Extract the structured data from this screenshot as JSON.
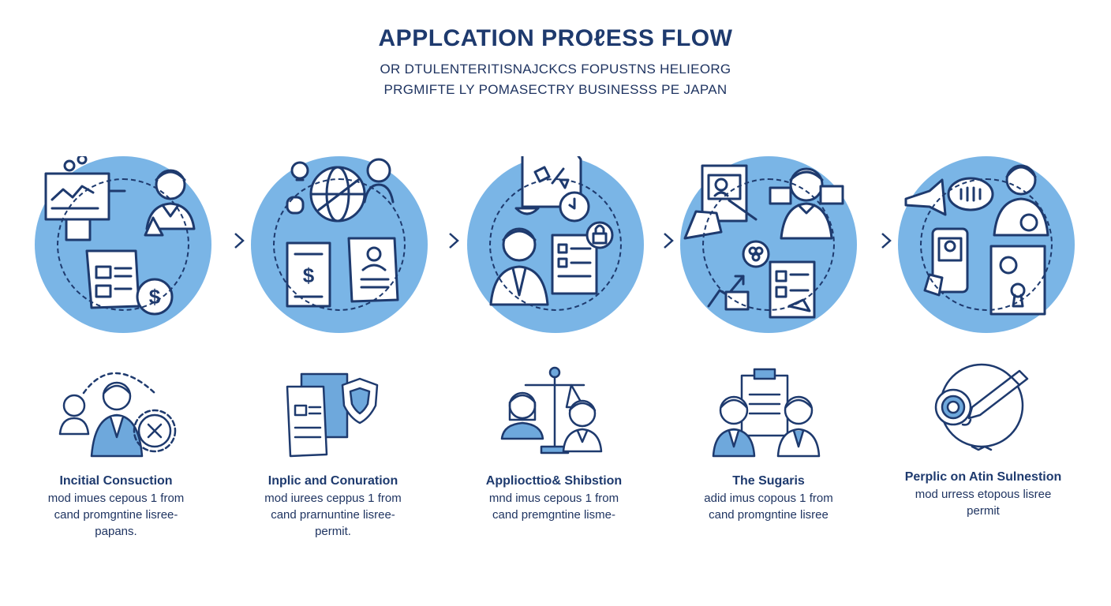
{
  "header": {
    "title": "APPLCATION PROℓESS FLOW",
    "subtitle_line1": "OR DTULENTERITISNAJCKCS FOPUSTNS HELIEORG",
    "subtitle_line2": "PRGMIFTE LY POMASECTRY BUSINESSS PE JAPAN"
  },
  "colors": {
    "navy": "#1e3a6e",
    "circle_fill": "#7ab5e6",
    "icon_fill": "#6ea8dc"
  },
  "steps": [
    {
      "title": "Incitial Consuction",
      "desc_lines": [
        "mod imues cepous 1 from",
        "cand promgntine lisree-",
        "papans."
      ],
      "scene_icons": [
        "chart-board-icon",
        "consultant-icon",
        "document-icon",
        "dollar-coin-icon"
      ],
      "bottom_icon": "consultation-gear-icon"
    },
    {
      "title": "Inplic and Conuration",
      "desc_lines": [
        "mod iurees ceppus 1 from",
        "cand prarnuntine lisree-",
        "permit."
      ],
      "scene_icons": [
        "lightbulb-icon",
        "globe-icon",
        "person-icon",
        "financial-document-icon",
        "profile-document-icon"
      ],
      "bottom_icon": "documents-shield-icon"
    },
    {
      "title": "Appliocttio& Shibstion",
      "desc_lines": [
        "mnd imus cepous 1 from",
        "cand premgntine lisme-"
      ],
      "scene_icons": [
        "certificate-icon",
        "clock-icon",
        "businessman-icon",
        "form-icon",
        "lock-icon"
      ],
      "bottom_icon": "scales-people-icon"
    },
    {
      "title": "The Sugaris",
      "desc_lines": [
        "adid imus copous 1 from",
        "cand promgntine lisree"
      ],
      "scene_icons": [
        "id-card-icon",
        "person-icon",
        "chat-bubble-icon",
        "team-badge-icon",
        "growth-chart-icon",
        "report-icon"
      ],
      "bottom_icon": "clipboard-people-icon"
    },
    {
      "title": "Perplic on Atin Sulnestion",
      "desc_lines": [
        "mod urress etopous lisree",
        "permit"
      ],
      "scene_icons": [
        "megaphone-icon",
        "speech-bubble-icon",
        "officer-icon",
        "phone-id-icon",
        "keyhole-certificate-icon"
      ],
      "bottom_icon": "seal-pen-icon"
    }
  ]
}
